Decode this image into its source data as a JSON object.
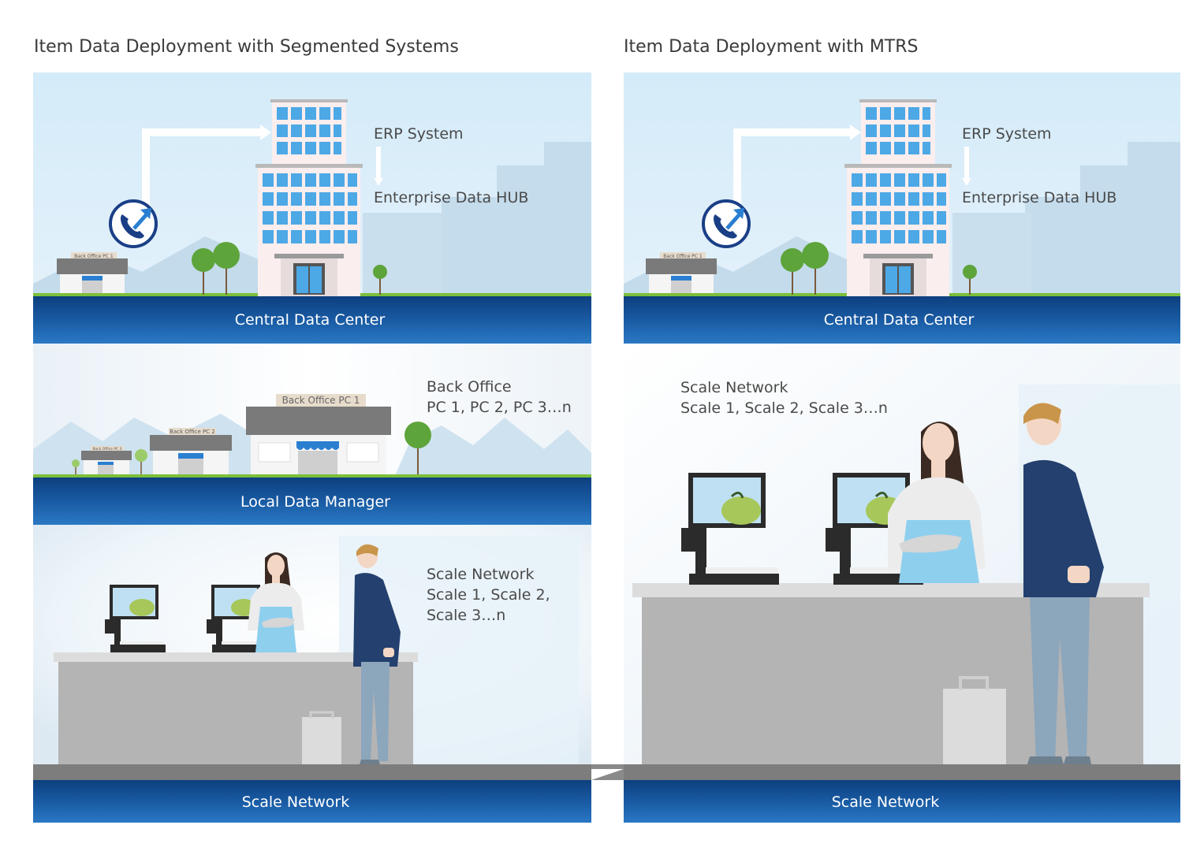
{
  "left": {
    "heading": "Item Data Deployment with Segmented Systems",
    "erp_label": "ERP System",
    "hub_label": "Enterprise Data HUB",
    "small_sign": "Back Office PC 1",
    "band_central": "Central Data Center",
    "back_office_title": "Back Office",
    "back_office_pcs": "PC 1, PC 2, PC 3…n",
    "sign_pc1": "Back Office PC 1",
    "sign_pc2": "Back Office PC 2",
    "sign_pc3": "Back Office PC 3",
    "band_local": "Local Data Manager",
    "scale_title": "Scale Network",
    "scale_line1": "Scale 1, Scale 2,",
    "scale_line2": "Scale 3…n",
    "band_scale": "Scale Network"
  },
  "right": {
    "heading": "Item Data Deployment with MTRS",
    "erp_label": "ERP System",
    "hub_label": "Enterprise Data HUB",
    "small_sign": "Back Office PC 1",
    "band_central": "Central Data Center",
    "scale_title": "Scale Network",
    "scale_line1": "Scale 1, Scale 2, Scale 3…n",
    "band_scale": "Scale Network"
  },
  "colors": {
    "sky": "#d3eaf8",
    "band_blue": "#0f4a8e",
    "band_dark": "#0a3572",
    "text_gray": "#4a4a4a",
    "icon_blue": "#1a3f87",
    "grass": "#7cbf3a",
    "tree": "#5da43a",
    "counter": "#b4b4b4"
  },
  "icons": [
    "phone-transfer-icon",
    "phone-transfer-icon"
  ]
}
